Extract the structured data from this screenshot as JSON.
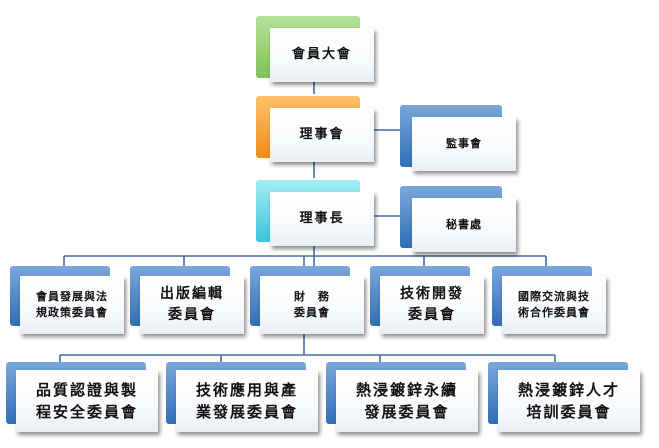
{
  "org_chart": {
    "general_assembly": "會員大會",
    "board": "理事會",
    "supervisors": "監事會",
    "chairman": "理事長",
    "secretariat": "秘書處",
    "committees_row1": [
      "會員發展與法\n規政策委員會",
      "出版編輯\n委員會",
      "財　務\n委員會",
      "技術開發\n委員會",
      "國際交流與技\n術合作委員會"
    ],
    "committees_row2": [
      "品質認證與製\n程安全委員會",
      "技術應用與產\n業發展委員會",
      "熱浸鍍鋅永續\n發展委員會",
      "熱浸鍍鋅人才\n培訓委員會"
    ]
  },
  "colors": {
    "assembly": "#7ec257",
    "board": "#f08c1c",
    "chairman": "#3dc3dc",
    "units": "#2f6fb6",
    "connector": "#3f6fa6"
  }
}
